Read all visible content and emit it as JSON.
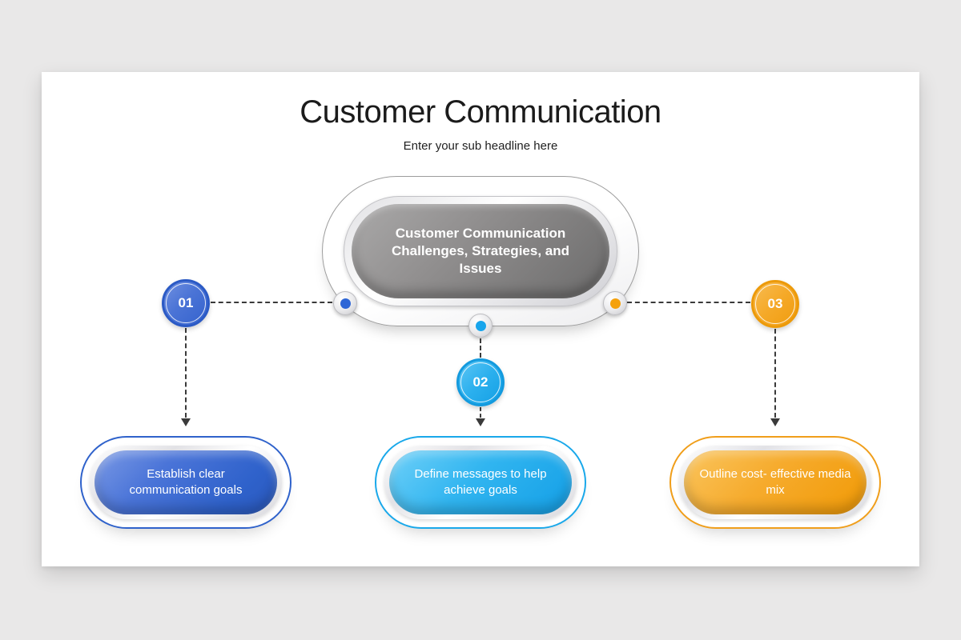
{
  "title": "Customer Communication",
  "subtitle": "Enter your sub headline here",
  "center_capsule": {
    "label": "Customer Communication Challenges, Strategies, and Issues",
    "fill_color": "#8d8c8c"
  },
  "branches": [
    {
      "number": "01",
      "pill_label": "Establish clear communication goals",
      "accent_color": "#2f62cb"
    },
    {
      "number": "02",
      "pill_label": "Define messages to help achieve goals",
      "accent_color": "#19a8ea"
    },
    {
      "number": "03",
      "pill_label": "Outline cost- effective media mix",
      "accent_color": "#f09e1a"
    }
  ],
  "connector_dots": [
    {
      "position": "left",
      "color": "#2e66d6"
    },
    {
      "position": "bottom",
      "color": "#18a5ec"
    },
    {
      "position": "right",
      "color": "#f5a10c"
    }
  ],
  "colors": {
    "page_background": "#e9e8e8",
    "slide_background": "#ffffff",
    "dash_line": "#3a3a3a",
    "title_text": "#1b1b1b"
  }
}
